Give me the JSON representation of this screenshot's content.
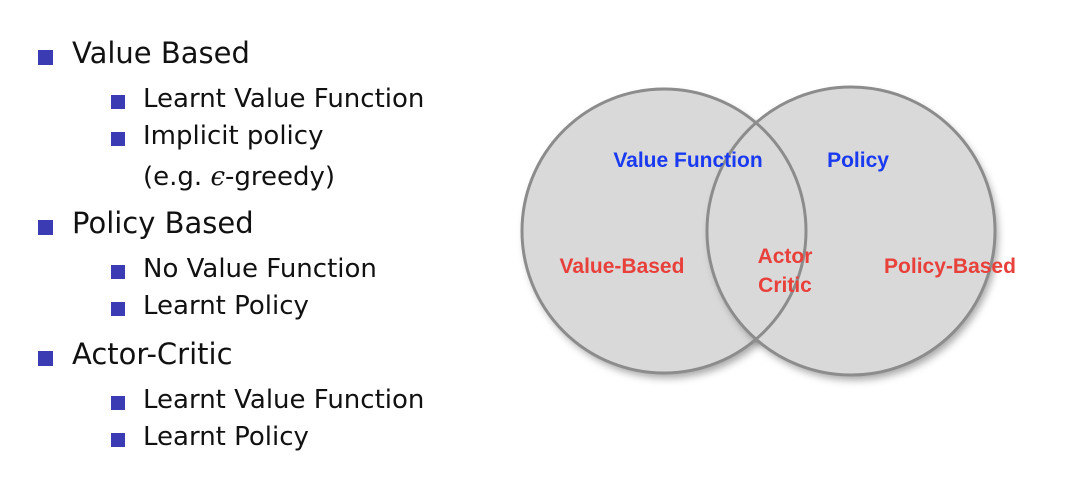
{
  "bullets": {
    "value_based": {
      "title": "Value Based",
      "sub1": "Learnt Value Function",
      "sub2_line1": "Implicit policy",
      "sub2_line2_prefix": "(e.g. ",
      "sub2_line2_symbol": "ϵ",
      "sub2_line2_suffix": "-greedy)"
    },
    "policy_based": {
      "title": "Policy Based",
      "sub1": "No Value Function",
      "sub2": "Learnt Policy"
    },
    "actor_critic": {
      "title": "Actor-Critic",
      "sub1": "Learnt Value Function",
      "sub2": "Learnt Policy"
    }
  },
  "venn": {
    "left_top_label": "Value Function",
    "right_top_label": "Policy",
    "left_label": "Value-Based",
    "center_label_line1": "Actor",
    "center_label_line2": "Critic",
    "right_label": "Policy-Based"
  },
  "colors": {
    "bullet_square": "#3b3bb3",
    "circle_fill": "#d9d9d9",
    "circle_stroke": "#8c8c8c",
    "label_blue": "#1a3af0",
    "label_red": "#e8403a"
  }
}
